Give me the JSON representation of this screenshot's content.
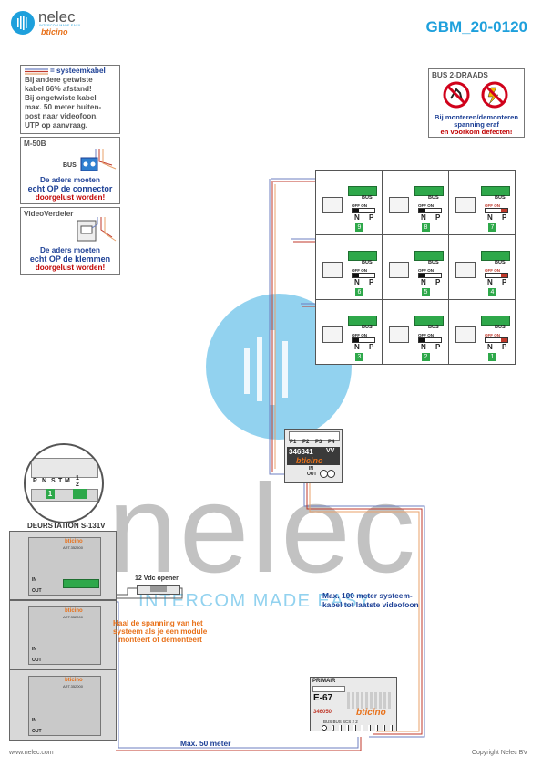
{
  "header": {
    "brand_name": "nelec",
    "brand_tagline": "INTERCOM MADE EASY",
    "partner_logo": "bticino",
    "doc_code": "GBM_20-0120"
  },
  "legend_cable": {
    "title": "= systeemkabel",
    "lines": [
      "Bij andere getwiste",
      "kabel 66% afstand!",
      "Bij ongetwiste kabel",
      "max. 50 meter buiten-",
      "post naar videofoon.",
      "UTP op aanvraag."
    ]
  },
  "m50b": {
    "title": "M-50B",
    "bus_label": "BUS",
    "note_lines": [
      "De aders moeten",
      "echt OP de connector",
      "doorgelust worden!"
    ]
  },
  "videoverdeler": {
    "title": "VideoVerdeler",
    "note_lines": [
      "De aders moeten",
      "echt OP de klemmen",
      "doorgelust worden!"
    ]
  },
  "bus_warning": {
    "title": "BUS 2-DRAADS",
    "lines": [
      "Bij monteren/demonteren",
      "spanning eraf",
      "en voorkom defecten!"
    ]
  },
  "monitors": {
    "bus_label": "BUS",
    "off_on_label": "OFF ON",
    "n_label": "N",
    "p_label": "P",
    "numbers": [
      "9",
      "8",
      "7",
      "6",
      "5",
      "4",
      "3",
      "2",
      "1"
    ]
  },
  "distributor": {
    "ports": [
      "P1",
      "P2",
      "P3",
      "P4"
    ],
    "code": "346841",
    "vv": "VV",
    "brand": "bticino",
    "in_label": "IN",
    "out_label": "OUT"
  },
  "doorstation": {
    "title": "DEURSTATION S-131V",
    "inset_labels": [
      "P",
      "N",
      "S",
      "T",
      "M",
      "1",
      "2"
    ],
    "inset_number": "1",
    "module_code_1": "ART.352500",
    "module_code_2": "ART.352000",
    "in_label": "IN",
    "out_label": "OUT",
    "brand": "bticino"
  },
  "opener": {
    "label": "12 Vdc opener"
  },
  "annotations": {
    "power_note": [
      "Haal de spanning van het",
      "systeem als je een module",
      "monteert of demonteert"
    ],
    "max100": [
      "Max. 100 meter systeem-",
      "kabel tot laatste videofoon"
    ],
    "max50": "Max. 50 meter"
  },
  "watermark": {
    "word": "nelec",
    "tagline": "INTERCOM MADE EASY"
  },
  "power_supply": {
    "primary": "PRIMAIR",
    "model": "E-67",
    "code": "346050",
    "brand": "bticino",
    "terminals": "BUS BUS SCS 2 2"
  },
  "footer": {
    "website": "www.nelec.com",
    "copyright": "Copyright Nelec BV"
  },
  "colors": {
    "nelec_blue": "#1ea0dc",
    "bticino_orange": "#e8711a",
    "wire_blue": "#6c7fc0",
    "wire_red": "#c0392b",
    "wire_orange": "#e8a06a",
    "green_terminal": "#2ea84a"
  }
}
